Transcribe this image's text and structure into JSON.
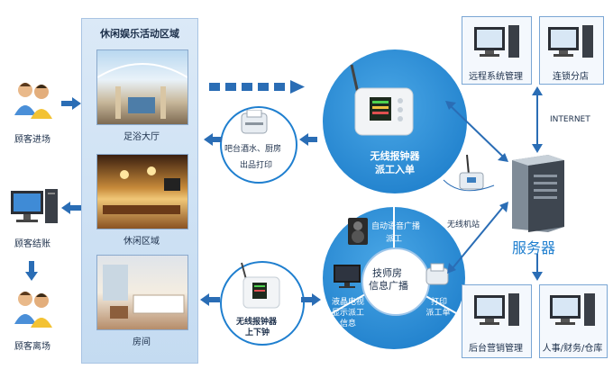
{
  "left": {
    "customer_enter": "顾客进场",
    "customer_checkout": "顾客结账",
    "customer_leave": "顾客离场"
  },
  "panel": {
    "title": "休闲娱乐活动区域",
    "photos": [
      {
        "caption": "足浴大厅"
      },
      {
        "caption": "休闲区域"
      },
      {
        "caption": "房间"
      }
    ]
  },
  "middle": {
    "print_label_line1": "吧台酒水、厨房",
    "print_label_line2": "出品打印",
    "pager_bottom_line1": "无线报钟器",
    "pager_bottom_line2": "上下钟"
  },
  "top_ring": {
    "label_line1": "无线报钟器",
    "label_line2": "派工入单"
  },
  "bottom_ring": {
    "center_line1": "技师房",
    "center_line2": "信息广播",
    "speaker_line1": "自动语音广播",
    "speaker_line2": "派工",
    "tv_line1": "液晶电视",
    "tv_line2": "显示派工",
    "tv_line3": "信息",
    "printer_line1": "打印",
    "printer_line2": "派工单"
  },
  "right": {
    "remote_mgmt": "远程系统管理",
    "chain_store": "连锁分店",
    "internet": "INTERNET",
    "server": "服务器",
    "base_station": "无线机站",
    "backend_sales": "后台营销管理",
    "hr_finance": "人事/财务/仓库"
  },
  "colors": {
    "accent": "#1f7fcf",
    "arrow": "#2a6db5",
    "panel": "#c4dbf1"
  }
}
